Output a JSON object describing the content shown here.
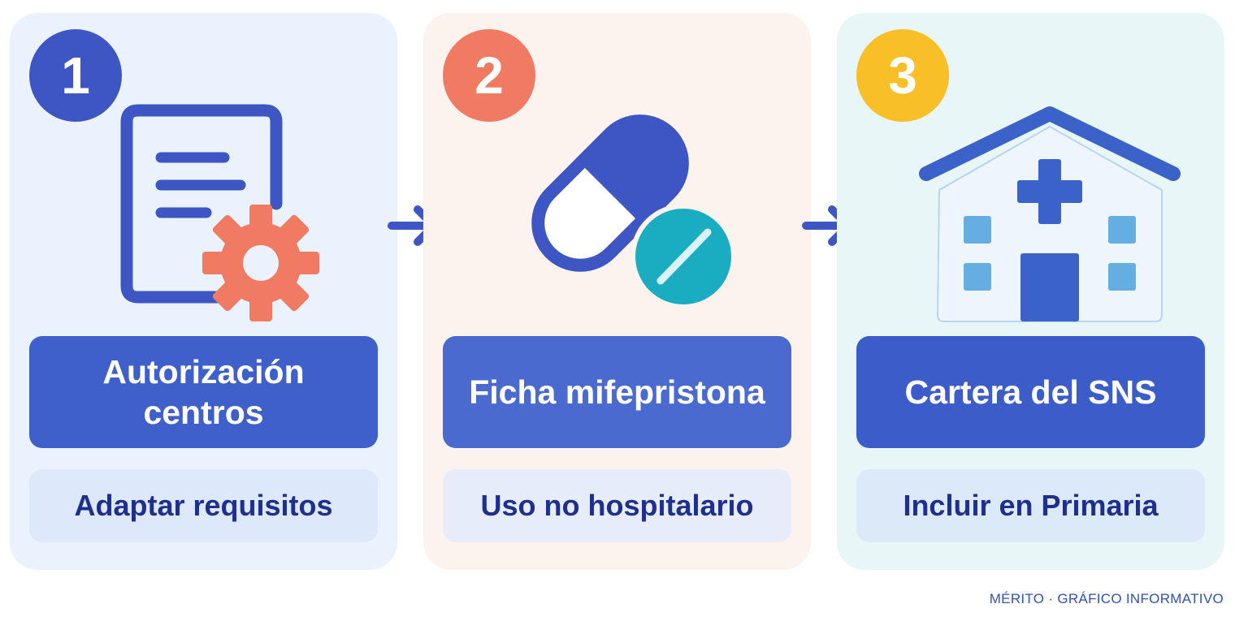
{
  "steps": [
    {
      "number": "1",
      "title": "Autorización centros",
      "subtitle": "Adaptar requisitos",
      "icon": "document-gear-icon",
      "accent": "#3e56c4"
    },
    {
      "number": "2",
      "title": "Ficha mifepristona",
      "subtitle": "Uso no hospitalario",
      "icon": "pill-capsule-icon",
      "accent": "#f07a62"
    },
    {
      "number": "3",
      "title": "Cartera del SNS",
      "subtitle": "Incluir en Primaria",
      "icon": "health-center-icon",
      "accent": "#f8bf26"
    }
  ],
  "footer": "MÉRITO · GRÁFICO INFORMATIVO",
  "colors": {
    "primary_blue": "#3f5fcb",
    "text_dark_blue": "#1e2f8e",
    "gear_orange": "#f07a62",
    "pill_teal": "#1aadc1"
  }
}
